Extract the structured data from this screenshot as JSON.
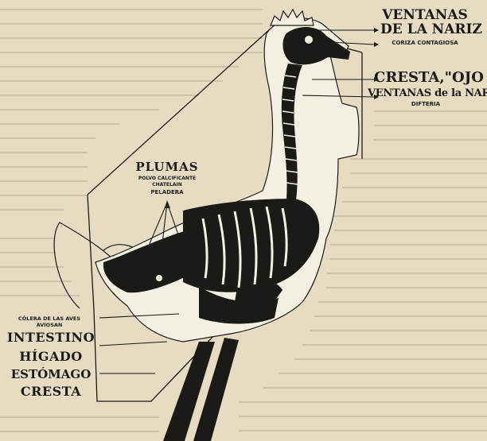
{
  "labels": {
    "ventanas_nariz_line1": "VENTANAS",
    "ventanas_nariz_line2": "DE LA NARIZ",
    "coriza": "CORIZA CONTAGIOSA",
    "cresta_ojo": "CRESTA,\"OJO",
    "ventanas_nariz_2": "VENTANAS de la NARIZ",
    "difteria": "DIFTERIA",
    "plumas": "PLUMAS",
    "polvo": "POLVO CALCIFICANTE",
    "chatelain": "CHATELAIN",
    "peladera": "PELADERA",
    "colera_line1": "CÓLERA DE LAS AVES",
    "colera_line2": "AVIOSAN",
    "intestino": "INTESTINO",
    "higado": "HÍGADO",
    "estomago": "ESTÓMAGO",
    "cresta": "CRESTA"
  },
  "colors": {
    "paper": "#e6dcc4",
    "ink": "#1c1a17",
    "silhouette": "#f4efe3"
  }
}
